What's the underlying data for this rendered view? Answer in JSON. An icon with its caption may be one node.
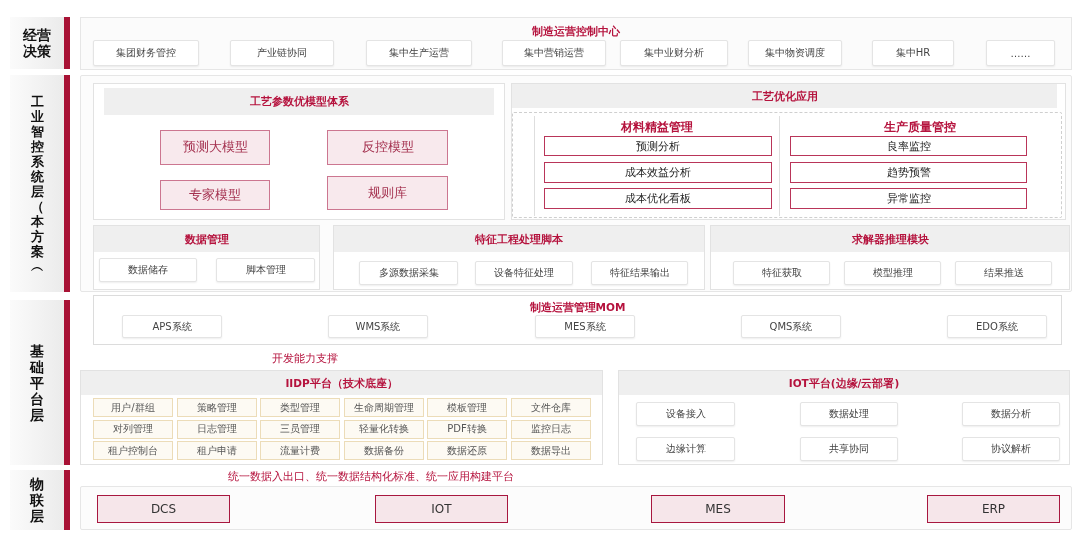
{
  "diagram": {
    "nodes": [
      {
        "text": [
          "经营决策"
        ]
      },
      {
        "text": [
          "制造运营控制中心"
        ]
      },
      {
        "text": [
          "集团财务管控"
        ],
        "in": 1
      },
      {
        "text": [
          "产业链协同"
        ],
        "in": 1
      },
      {
        "text": [
          "集中生产运营"
        ],
        "in": 1
      },
      {
        "text": [
          "集中营销运营"
        ],
        "in": 1
      },
      {
        "text": [
          "集中业财分析"
        ],
        "in": 1
      },
      {
        "text": [
          "集中物资调度"
        ],
        "in": 1
      },
      {
        "text": [
          "集中HR"
        ],
        "in": 1
      },
      {
        "text": [
          "……"
        ],
        "in": 1
      },
      {
        "text": [
          "工业智控系统层（本方案︵"
        ]
      },
      {
        "text": [],
        "shape": "box"
      },
      {
        "text": [
          "工艺参数优模型体系"
        ],
        "in": 11
      },
      {
        "text": [
          "预测大模型"
        ],
        "in": 12
      },
      {
        "text": [
          "反控模型"
        ],
        "in": 12
      },
      {
        "text": [
          "专家模型"
        ],
        "in": 12
      },
      {
        "text": [
          "规则库"
        ],
        "in": 12
      },
      {
        "text": [
          "工艺优化应用"
        ],
        "in": 11
      },
      {
        "text": [],
        "shape": "box",
        "in": 17
      },
      {
        "text": [
          "材料精益管理"
        ],
        "in": 18
      },
      {
        "text": [
          "预测分析"
        ],
        "in": 19
      },
      {
        "text": [
          "成本效益分析"
        ],
        "in": 19
      },
      {
        "text": [
          "成本优化看板"
        ],
        "in": 19
      },
      {
        "text": [
          "生产质量管控"
        ],
        "in": 18
      },
      {
        "text": [
          "良率监控"
        ],
        "in": 23
      },
      {
        "text": [
          "趋势预警"
        ],
        "in": 23
      },
      {
        "text": [
          "异常监控"
        ],
        "in": 23
      },
      {
        "text": [
          "数据管理"
        ],
        "in": 11
      },
      {
        "text": [
          "数据储存"
        ],
        "in": 27
      },
      {
        "text": [
          "脚本管理"
        ],
        "in": 27
      },
      {
        "text": [
          "特征工程处理脚本"
        ],
        "in": 11
      },
      {
        "text": [
          "多源数据采集"
        ],
        "in": 30
      },
      {
        "text": [
          "设备特征处理"
        ],
        "in": 30
      },
      {
        "text": [
          "特征结果输出"
        ],
        "in": 30
      },
      {
        "text": [
          "求解器推理模块"
        ],
        "in": 11
      },
      {
        "text": [
          "特征获取"
        ],
        "in": 34
      },
      {
        "text": [
          "模型推理"
        ],
        "in": 34
      },
      {
        "text": [
          "结果推送"
        ],
        "in": 34
      },
      {
        "text": [
          "基础平台层"
        ]
      },
      {
        "text": [
          "制造运营管理MOM"
        ]
      },
      {
        "text": [
          "APS系统"
        ],
        "in": 39
      },
      {
        "text": [
          "WMS系统"
        ],
        "in": 39
      },
      {
        "text": [
          "MES系统"
        ],
        "in": 39
      },
      {
        "text": [
          "QMS系统"
        ],
        "in": 39
      },
      {
        "text": [
          "EDO系统"
        ],
        "in": 39
      },
      {
        "text": [
          "IIDP平台（技术底座）"
        ]
      },
      {
        "text": [
          "用户/群组"
        ],
        "in": 45
      },
      {
        "text": [
          "策略管理"
        ],
        "in": 45
      },
      {
        "text": [
          "类型管理"
        ],
        "in": 45
      },
      {
        "text": [
          "生命周期管理"
        ],
        "in": 45
      },
      {
        "text": [
          "模板管理"
        ],
        "in": 45
      },
      {
        "text": [
          "文件仓库"
        ],
        "in": 45
      },
      {
        "text": [
          "对列管理"
        ],
        "in": 45
      },
      {
        "text": [
          "日志管理"
        ],
        "in": 45
      },
      {
        "text": [
          "三员管理"
        ],
        "in": 45
      },
      {
        "text": [
          "轻量化转换"
        ],
        "in": 45
      },
      {
        "text": [
          "PDF转换"
        ],
        "in": 45
      },
      {
        "text": [
          "监控日志"
        ],
        "in": 45
      },
      {
        "text": [
          "租户控制台"
        ],
        "in": 45
      },
      {
        "text": [
          "租户申请"
        ],
        "in": 45
      },
      {
        "text": [
          "流量计费"
        ],
        "in": 45
      },
      {
        "text": [
          "数据备份"
        ],
        "in": 45
      },
      {
        "text": [
          "数据还原"
        ],
        "in": 45
      },
      {
        "text": [
          "数据导出"
        ],
        "in": 45
      },
      {
        "text": [
          "IOT平台(边缘/云部署)"
        ]
      },
      {
        "text": [
          "设备接入"
        ],
        "in": 64
      },
      {
        "text": [
          "数据处理"
        ],
        "in": 64
      },
      {
        "text": [
          "数据分析"
        ],
        "in": 64
      },
      {
        "text": [
          "边缘计算"
        ],
        "in": 64
      },
      {
        "text": [
          "共享协同"
        ],
        "in": 64
      },
      {
        "text": [
          "协议解析"
        ],
        "in": 64
      },
      {
        "text": [
          "物联层"
        ]
      },
      {
        "text": [],
        "shape": "box"
      },
      {
        "text": [
          "DCS"
        ],
        "in": 72
      },
      {
        "text": [
          "IOT"
        ],
        "in": 72
      },
      {
        "text": [
          "MES"
        ],
        "in": 72
      },
      {
        "text": [
          "ERP"
        ],
        "in": 72
      }
    ],
    "labels": [
      "开发能力支撑",
      "统一数据入出口、统一数据结构化标准、统一应用构建平台"
    ]
  }
}
